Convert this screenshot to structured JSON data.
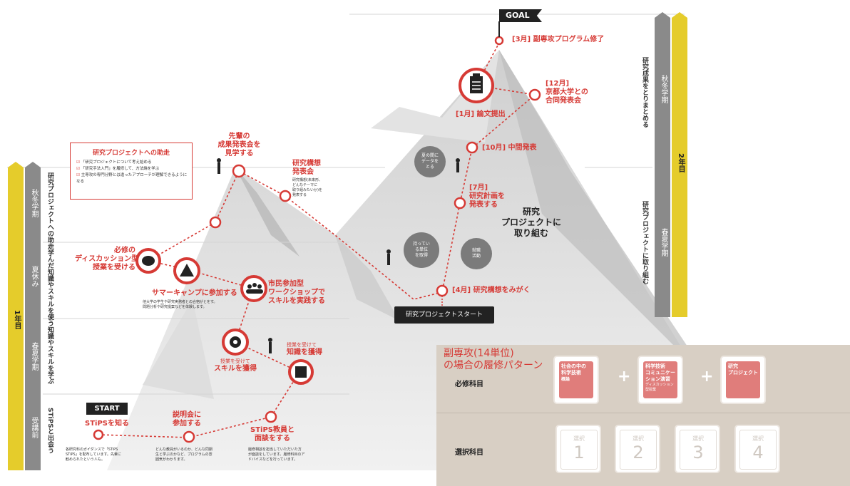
{
  "goal": "GOAL",
  "start": "START",
  "project_start": "研究プロジェクトスタート",
  "center_text": [
    "研究",
    "プロジェクトに",
    "取り組む"
  ],
  "steps": {
    "mar": "[3月] 副専攻プログラム修了",
    "dec": [
      "[12月]",
      "京都大学との",
      "合同発表会"
    ],
    "jan": "[1月] 論文提出",
    "oct": "[10月] 中間発表",
    "jul": [
      "[7月]",
      "研究計画を",
      "発表する"
    ],
    "apr": "[4月] 研究構想をみがく",
    "seniors": [
      "先輩の",
      "成果発表会を",
      "見学する"
    ],
    "concept": [
      "研究構想",
      "発表会"
    ],
    "concept_note": [
      "研究構想(未来形、",
      "どんなテーマに",
      "取り組みたいか)を",
      "発表する"
    ],
    "discussion": [
      "必修の",
      "ディスカッション型",
      "授業を受ける"
    ],
    "summer": "サマーキャンプに参加する",
    "summer_note": [
      "他大学の学生や研究実務者との合宿がとをす。",
      "問題分析や研究提案などを体験します。"
    ],
    "workshop": [
      "市民参加型",
      "ワークショップで",
      "スキルを実践する"
    ],
    "skill": [
      "授業を受けて",
      "スキルを獲得"
    ],
    "knowledge": [
      "授業を受けて",
      "知識を獲得"
    ],
    "know_stips": "STiPSを知る",
    "briefing": [
      "説明会に",
      "参加する"
    ],
    "interview": [
      "STiPS教員と",
      "面談をする"
    ],
    "know_note": [
      "各研究科のガイダンスで「STiPS",
      "STiPS」を配布しています。先輩に",
      "勧められたという人も。"
    ],
    "briefing_note": [
      "どんな教員がいるのか、どんな同期",
      "生と学ぶのかなど、プログラムの雰",
      "囲気がわかります。"
    ],
    "interview_note": [
      "履修相談を担当していただいた方",
      "が面談をしています。履修科目のア",
      "ドバイスなどを行っています。"
    ]
  },
  "bubbles": {
    "data": [
      "夏の間に",
      "データを",
      "とる"
    ],
    "credits": [
      "持ってい",
      "る単位",
      "を取得"
    ],
    "job": [
      "就職",
      "活動"
    ]
  },
  "support_box": {
    "title": "研究プロジェクトへの助走",
    "items": [
      "「研究プロジェクトについて考え始める",
      "「研究手法入門」を履修して、方法論を学ぶ",
      "主専攻の専門分野とは違ったアプローチが理解できるようになる"
    ]
  },
  "left_bar": {
    "year": "1年目",
    "bands": [
      {
        "term": "秋冬学期",
        "label": "研究プロジェクトへの助走"
      },
      {
        "term": "夏休み",
        "label": "学んだ知識やスキルを使う"
      },
      {
        "term": "春夏学期",
        "label": "知識やスキルを学ぶ"
      },
      {
        "term": "受講前",
        "label": "STiPSと出会う"
      }
    ]
  },
  "right_bar": {
    "year": "2年目",
    "bands": [
      {
        "term": "秋冬学期",
        "label": "研究成果をとりまとめる"
      },
      {
        "term": "春夏学期",
        "label": "研究プロジェクトに取り組む"
      }
    ]
  },
  "panel": {
    "title": [
      "副専攻(14単位)",
      "の場合の履修パターン"
    ],
    "required_label": "必修科目",
    "elective_label": "選択科目",
    "required_cards": [
      [
        "社会の中の",
        "科学技術",
        "概論"
      ],
      [
        "科学技術",
        "コミュニケー",
        "ション演習",
        "ディスカッション型授業"
      ],
      [
        "研究",
        "プロジェクト"
      ]
    ],
    "plus": "+",
    "elective_cards": [
      {
        "label": "選択",
        "num": "1"
      },
      {
        "label": "選択",
        "num": "2"
      },
      {
        "label": "選択",
        "num": "3"
      },
      {
        "label": "選択",
        "num": "4"
      }
    ]
  },
  "colors": {
    "red": "#d63a35",
    "yellow": "#e5cc2b",
    "gray": "#8a8a8a",
    "panel": "#d8cfc4"
  }
}
